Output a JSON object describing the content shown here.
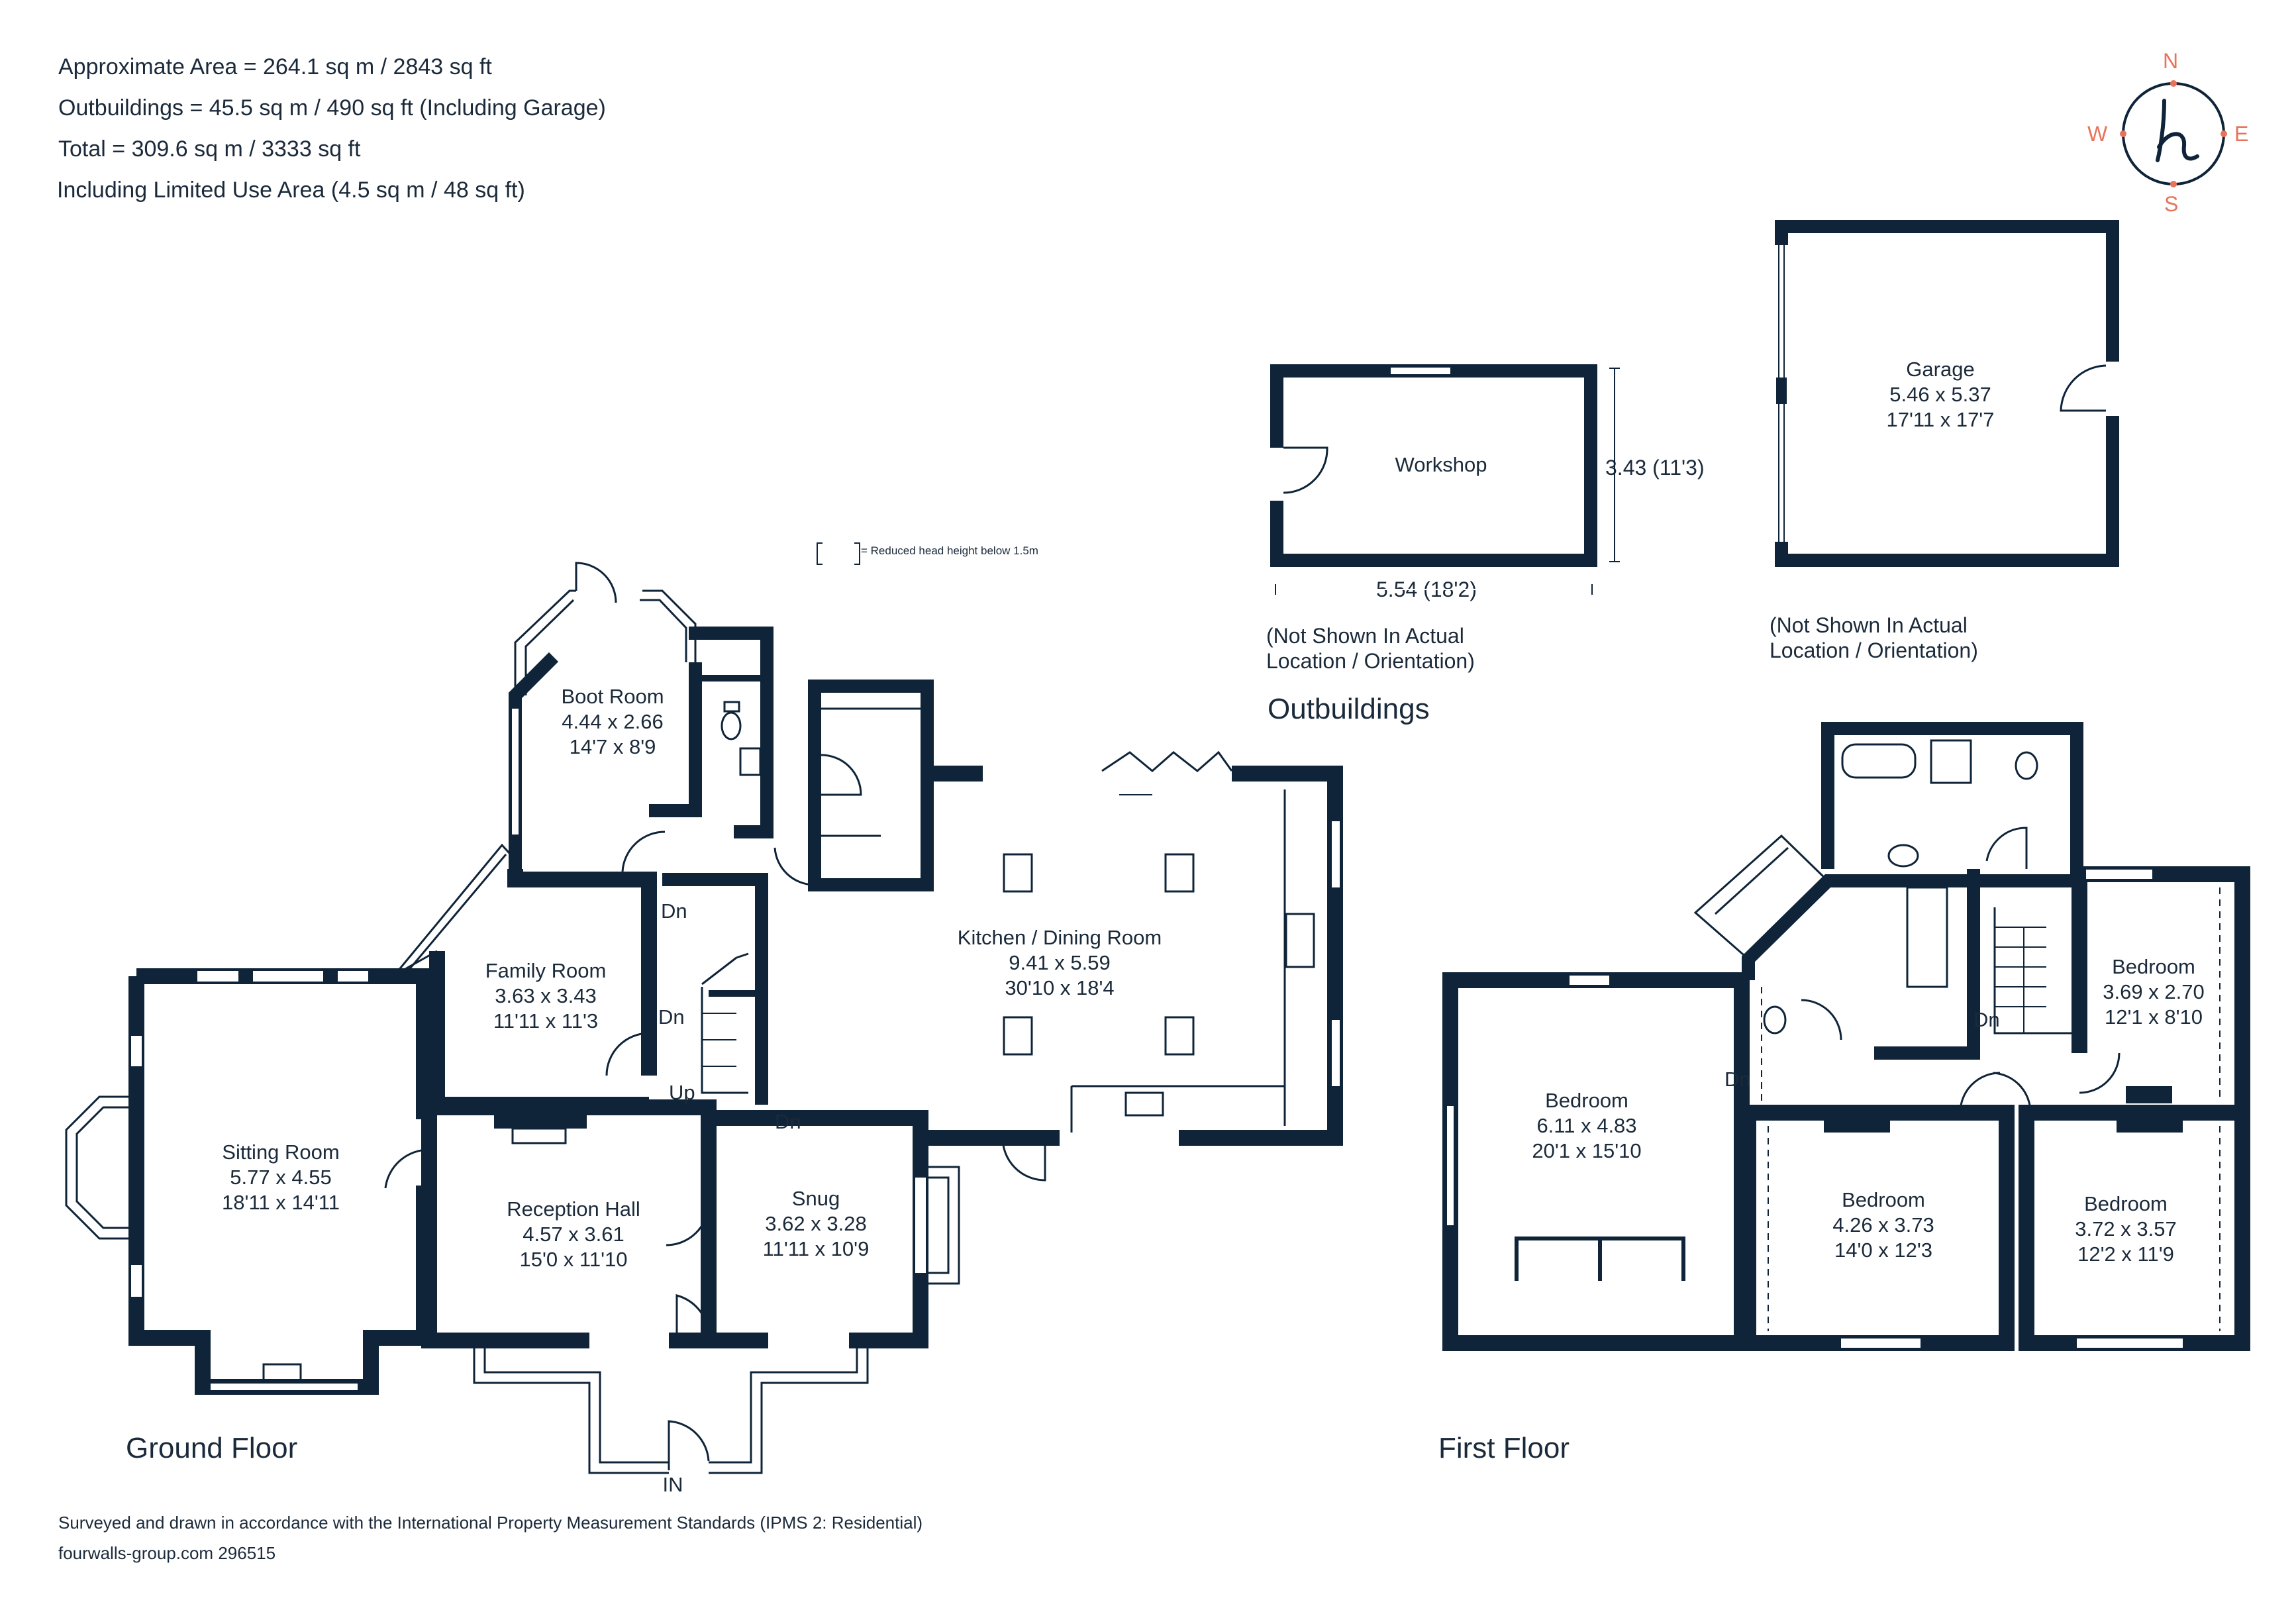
{
  "summary": {
    "approx_area": "Approximate Area = 264.1 sq m / 2843 sq ft",
    "outbuildings": "Outbuildings = 45.5 sq m / 490 sq ft (Including Garage)",
    "total": "Total = 309.6 sq m / 3333 sq ft",
    "limited_use": "Including Limited Use Area (4.5 sq m / 48 sq ft)"
  },
  "compass": {
    "n": "N",
    "s": "S",
    "e": "E",
    "w": "W",
    "logo_glyph": "h"
  },
  "legend": {
    "text": "= Reduced head height below 1.5m"
  },
  "colors": {
    "wall": "#0f2438",
    "accent": "#e8735a",
    "text": "#1b2a3a"
  },
  "rooms": {
    "boot_room": {
      "name": "Boot Room",
      "metric": "4.44 x 2.66",
      "imperial": "14'7 x 8'9"
    },
    "family_room": {
      "name": "Family Room",
      "metric": "3.63 x 3.43",
      "imperial": "11'11 x 11'3"
    },
    "sitting_room": {
      "name": "Sitting Room",
      "metric": "5.77 x 4.55",
      "imperial": "18'11 x 14'11"
    },
    "reception_hall": {
      "name": "Reception Hall",
      "metric": "4.57 x 3.61",
      "imperial": "15'0 x 11'10"
    },
    "snug": {
      "name": "Snug",
      "metric": "3.62 x 3.28",
      "imperial": "11'11 x 10'9"
    },
    "kitchen": {
      "name": "Kitchen / Dining Room",
      "metric": "9.41 x 5.59",
      "imperial": "30'10 x 18'4"
    },
    "workshop": {
      "name": "Workshop"
    },
    "garage": {
      "name": "Garage",
      "metric": "5.46 x 5.37",
      "imperial": "17'11 x 17'7"
    },
    "bedroom_main": {
      "name": "Bedroom",
      "metric": "6.11 x 4.83",
      "imperial": "20'1 x 15'10"
    },
    "bedroom_2": {
      "name": "Bedroom",
      "metric": "4.26 x 3.73",
      "imperial": "14'0 x 12'3"
    },
    "bedroom_3": {
      "name": "Bedroom",
      "metric": "3.72 x 3.57",
      "imperial": "12'2 x 11'9"
    },
    "bedroom_4": {
      "name": "Bedroom",
      "metric": "3.69 x 2.70",
      "imperial": "12'1 x 8'10"
    }
  },
  "stairs": {
    "dn": "Dn",
    "up": "Up"
  },
  "entrance": "IN",
  "workshop_dims": {
    "width": "5.54 (18'2)",
    "depth": "3.43 (11'3)"
  },
  "notes": {
    "workshop_note_1": "(Not Shown In Actual",
    "workshop_note_2": "Location / Orientation)",
    "garage_note_1": "(Not Shown In Actual",
    "garage_note_2": "Location / Orientation)"
  },
  "captions": {
    "outbuildings": "Outbuildings",
    "ground_floor": "Ground Floor",
    "first_floor": "First Floor"
  },
  "footer": {
    "survey": "Surveyed and drawn in accordance with the International Property Measurement Standards (IPMS 2: Residential)",
    "ref": "fourwalls-group.com 296515"
  }
}
